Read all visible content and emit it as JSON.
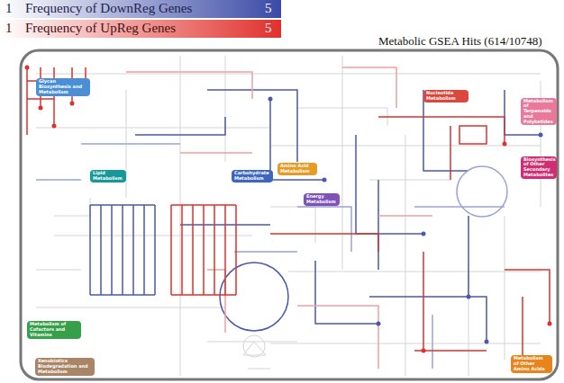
{
  "diagram": {
    "title": "Metabolic GSEA Hits (614/10748)",
    "nodes": [
      {
        "text": [
          "Glycan Biosynthesis and Metabolism"
        ]
      },
      {
        "text": [
          "Nucleotide Metabolism"
        ]
      },
      {
        "text": [
          "Metabolism of Terpenoids and Polyketides"
        ]
      },
      {
        "text": [
          "Lipid Metabolism"
        ]
      },
      {
        "text": [
          "Carbohydrate Metabolism"
        ]
      },
      {
        "text": [
          "Amino Acid Metabolism"
        ]
      },
      {
        "text": [
          "Biosynthesis of Other Secondary Metabolites"
        ]
      },
      {
        "text": [
          "Energy Metabolism"
        ]
      },
      {
        "text": [
          "Metabolism of Cofactors and Vitamins"
        ]
      },
      {
        "text": [
          "Metabolism of Other Amino Acids"
        ]
      },
      {
        "text": [
          "Xenobiotics Biodegradation and Metabolism"
        ]
      }
    ],
    "labels": [
      "1",
      "5",
      "1",
      "5"
    ],
    "legend": [
      {
        "text": "Frequency of DownReg Genes",
        "color": "#3a4aa6"
      },
      {
        "text": "Frequency of UpReg Genes",
        "color": "#e0302c"
      }
    ]
  }
}
